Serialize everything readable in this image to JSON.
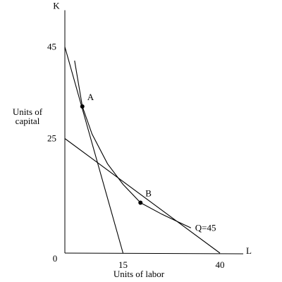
{
  "chart_data": {
    "type": "line",
    "xlabel": "Units of labor",
    "ylabel": [
      "Units of",
      "capital"
    ],
    "x_axis_name": "L",
    "y_axis_name": "K",
    "origin_label": "0",
    "xlim": [
      0,
      46
    ],
    "ylim": [
      0,
      53
    ],
    "x_ticks": [
      15,
      40
    ],
    "y_ticks": [
      25,
      45
    ],
    "grid": false,
    "isocost_lines": [
      {
        "points": [
          [
            0,
            45
          ],
          [
            15,
            0
          ]
        ]
      },
      {
        "points": [
          [
            0,
            25
          ],
          [
            40,
            0
          ]
        ]
      }
    ],
    "isoquant": {
      "label": "Q=45",
      "points": [
        [
          2.5,
          42
        ],
        [
          4.5,
          32
        ],
        [
          7,
          26
        ],
        [
          11,
          19.5
        ],
        [
          15,
          15
        ],
        [
          19.5,
          11
        ],
        [
          25,
          8.5
        ],
        [
          32.5,
          5.5
        ]
      ]
    },
    "points": [
      {
        "label": "A",
        "x": 4.5,
        "y": 32
      },
      {
        "label": "B",
        "x": 19.5,
        "y": 11
      }
    ]
  }
}
